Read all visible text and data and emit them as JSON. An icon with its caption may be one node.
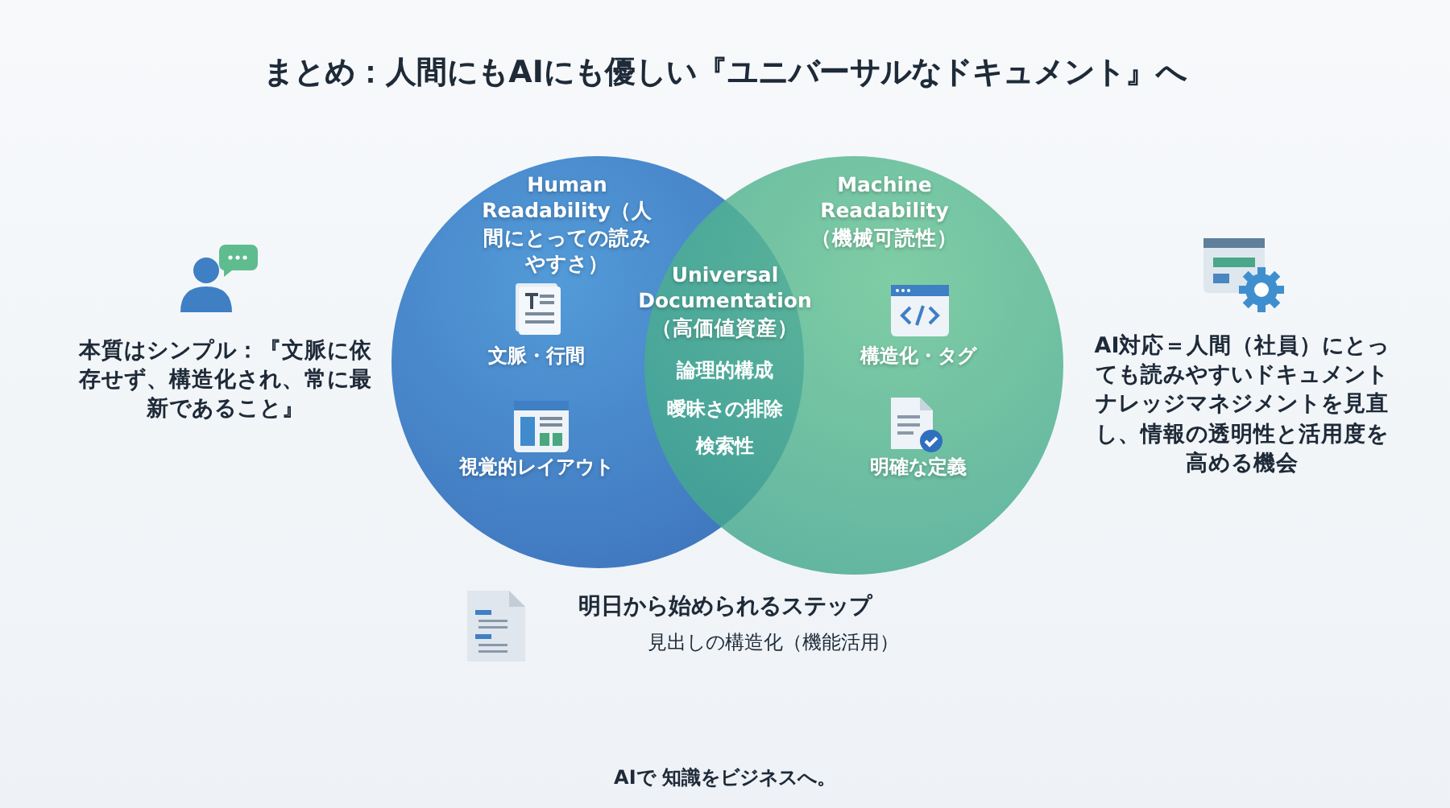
{
  "diagram": {
    "title": "まとめ：人間にもAIにも優しい『ユニバーサルなドキュメント』へ",
    "nodes": [
      {
        "text": [
          "Human Readability（人間にとっての読みやすさ）",
          "文脈・行間",
          "視覚的レイアウト"
        ]
      },
      {
        "text": [
          "Machine Readability（機械可読性）",
          "構造化・タグ",
          "明確な定義"
        ]
      }
    ],
    "labels": [
      "Universal Documentation（高価値資産）",
      "論理的構成",
      "曖昧さの排除",
      "検索性",
      "本質はシンプル：『文脈に依存せず、構造化され、常に最新であること』",
      "AI対応＝人間（社員）にとっても読みやすいドキュメントナレッジマネジメントを見直し、情報の透明性と活用度を高める機会",
      "明日から始められるステップ",
      "見出しの構造化（機能活用）",
      "AIで 知識をビジネスへ。"
    ]
  }
}
